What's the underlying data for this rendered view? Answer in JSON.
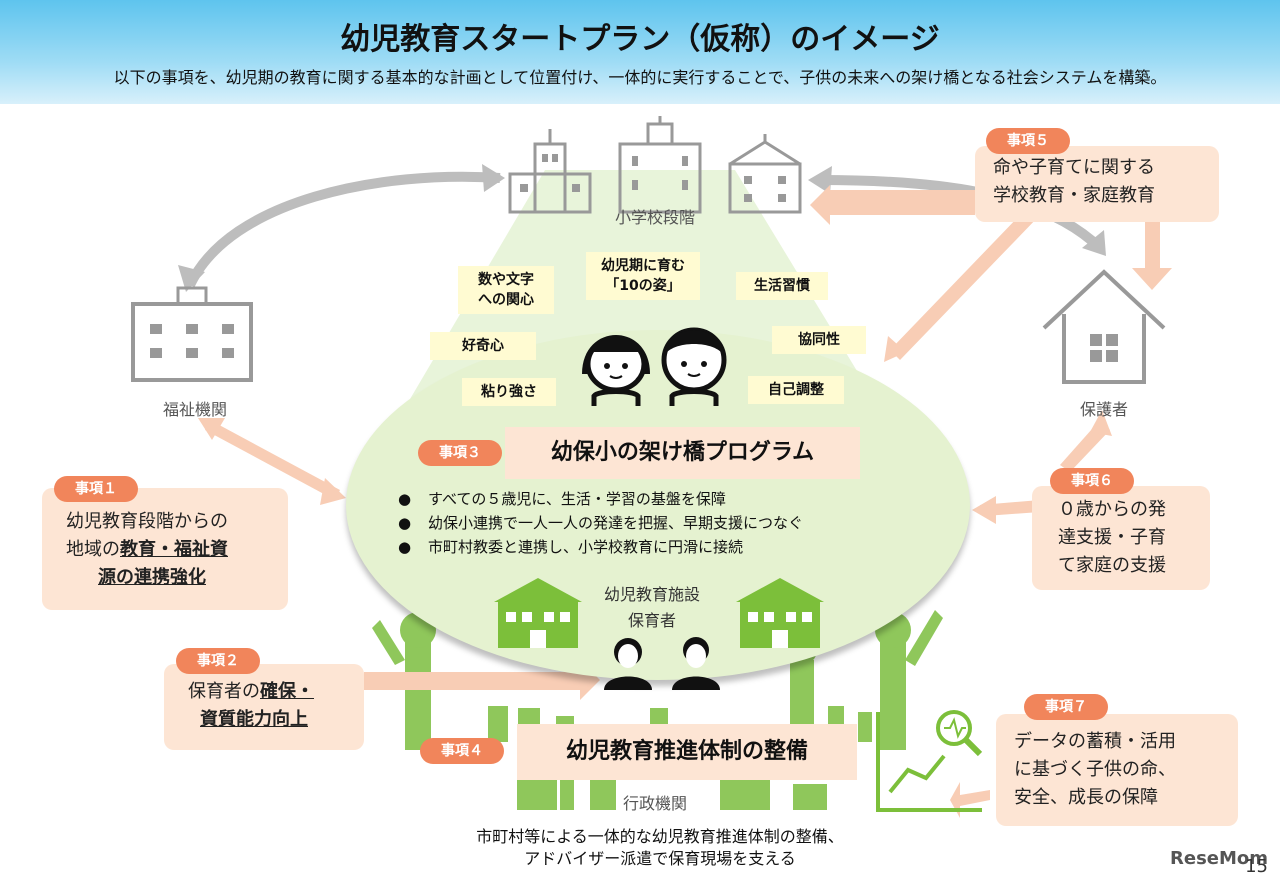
{
  "header": {
    "title": "幼児教育スタートプラン（仮称）のイメージ",
    "subtitle": "以下の事項を、幼児期の教育に関する基本的な計画として位置付け、一体的に実行することで、子供の未来への架け橋となる社会システムを構築。"
  },
  "nodes": {
    "school": "小学校段階",
    "welfare": "福祉機関",
    "guardian": "保護者",
    "facility_line1": "幼児教育施設",
    "facility_line2": "保育者",
    "admin": "行政機関"
  },
  "traits": {
    "t1_line1": "数や文字",
    "t1_line2": "への関心",
    "t2_line1": "幼児期に育む",
    "t2_line2": "「10の姿」",
    "t3": "生活習慣",
    "t4": "好奇心",
    "t5": "協同性",
    "t6": "粘り強さ",
    "t7": "自己調整"
  },
  "items": {
    "item1": {
      "tag": "事項１",
      "line1": "幼児教育段階からの",
      "line2_plain": "地域の",
      "line2_bold": "教育・福祉資",
      "line3_bold": "源の連携強化"
    },
    "item2": {
      "tag": "事項２",
      "line1_plain": "保育者の",
      "line1_bold": "確保・",
      "line2_bold": "資質能力向上"
    },
    "item3": {
      "tag": "事項３",
      "title": "幼保小の架け橋プログラム",
      "bullets": [
        "すべての５歳児に、生活・学習の基盤を保障",
        "幼保小連携で一人一人の発達を把握、早期支援につなぐ",
        "市町村教委と連携し、小学校教育に円滑に接続"
      ],
      "bullet_mark": "●"
    },
    "item4": {
      "tag": "事項４",
      "title": "幼児教育推進体制の整備"
    },
    "item5": {
      "tag": "事項５",
      "line1": "命や子育てに関する",
      "line2": "学校教育・家庭教育"
    },
    "item6": {
      "tag": "事項６",
      "line1": "０歳からの発",
      "line2": "達支援・子育",
      "line3": "て家庭の支援"
    },
    "item7": {
      "tag": "事項７",
      "line1": "データの蓄積・活用",
      "line2": "に基づく子供の命、",
      "line3": "安全、成長の保障"
    }
  },
  "footer": {
    "line1": "市町村等による一体的な幼児教育推進体制の整備、",
    "line2": "アドバイザー派遣で保育現場を支える"
  },
  "page_number": "15",
  "logo": "ReseMom",
  "colors": {
    "header": "#5ec4ee",
    "ellipse": "#e5f2d0",
    "green": "#7cbf3a",
    "salmon_box": "#fde5d4",
    "tag": "#f1855b",
    "arrow_gray": "#bdbdbd",
    "arrow_salmon": "#f8cdb5",
    "trait_box": "#fffbd2"
  }
}
